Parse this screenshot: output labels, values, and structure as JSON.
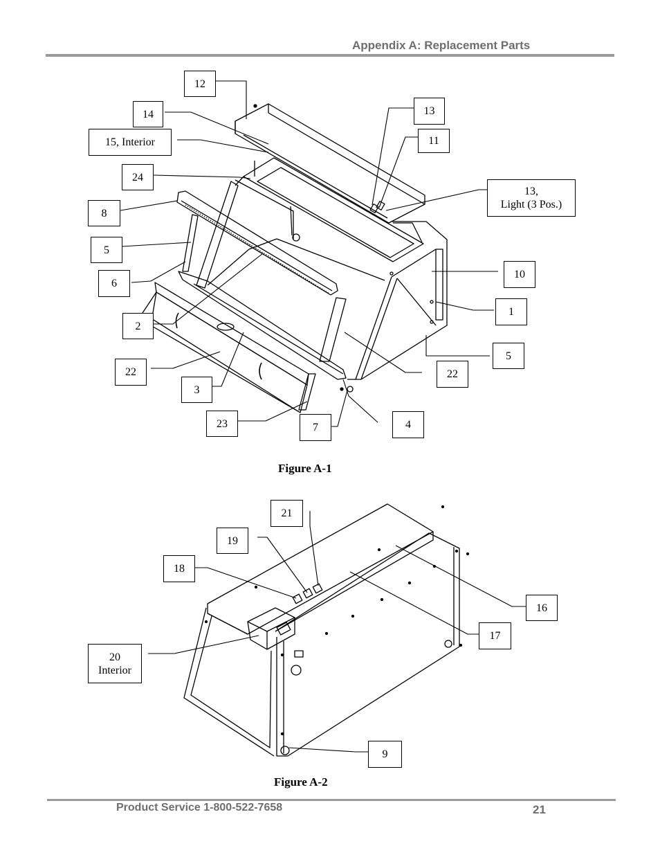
{
  "header": {
    "title": "Appendix A: Replacement Parts"
  },
  "figure1": {
    "caption": "Figure A-1",
    "callouts": {
      "c12": "12",
      "c14": "14",
      "c15": "15, Interior",
      "c24": "24",
      "c8": "8",
      "c5a": "5",
      "c6": "6",
      "c2": "2",
      "c22a": "22",
      "c3": "3",
      "c23": "23",
      "c7": "7",
      "c4": "4",
      "c22b": "22",
      "c5b": "5",
      "c1": "1",
      "c10": "10",
      "c13light": "13,\nLight (3 Pos.)",
      "c11": "11",
      "c13": "13"
    }
  },
  "figure2": {
    "caption": "Figure A-2",
    "callouts": {
      "c21": "21",
      "c19": "19",
      "c18": "18",
      "c20": "20\nInterior",
      "c16": "16",
      "c17": "17",
      "c9": "9"
    }
  },
  "footer": {
    "service": "Product Service 1-800-522-7658",
    "page": "21"
  }
}
